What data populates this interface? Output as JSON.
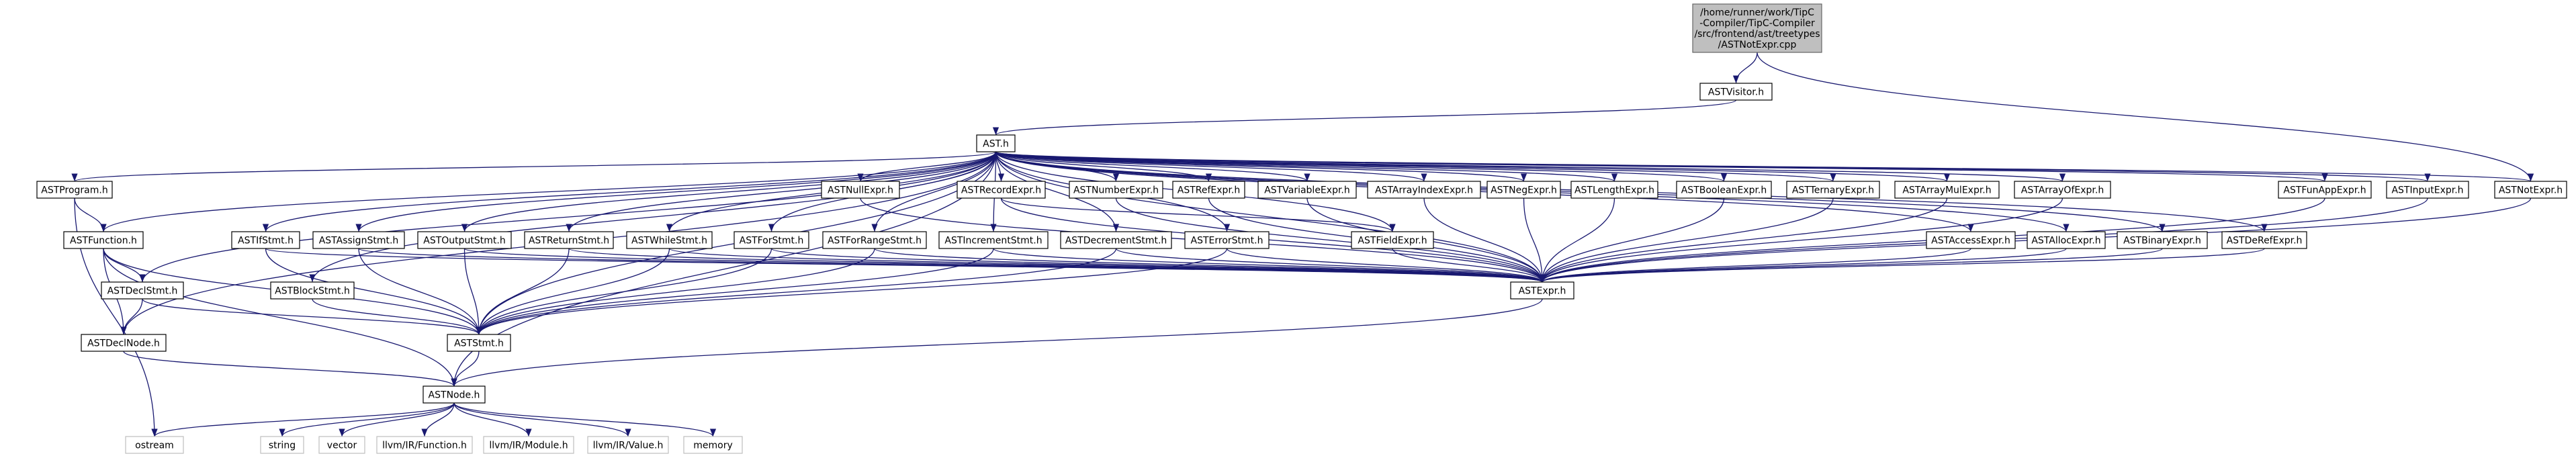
{
  "colors": {
    "node_fill": "#ffffff",
    "node_border": "#000000",
    "root_fill": "#bfbfbf",
    "root_border": "#666666",
    "external_border": "#bfbfbf",
    "external_text": "#555555",
    "edge": "#191970"
  },
  "diagram": {
    "type": "include-dependency-graph",
    "root": {
      "id": "root",
      "lines": [
        "/home/runner/work/TipC",
        "-Compiler/TipC-Compiler",
        "/src/frontend/ast/treetypes",
        "/ASTNotExpr.cpp"
      ]
    },
    "nodes": [
      {
        "id": "ASTVisitor",
        "label": "ASTVisitor.h"
      },
      {
        "id": "AST",
        "label": "AST.h"
      },
      {
        "id": "ASTProgram",
        "label": "ASTProgram.h"
      },
      {
        "id": "ASTFunction",
        "label": "ASTFunction.h"
      },
      {
        "id": "ASTDeclStmt",
        "label": "ASTDeclStmt.h"
      },
      {
        "id": "ASTDeclNode",
        "label": "ASTDeclNode.h"
      },
      {
        "id": "ASTBlockStmt",
        "label": "ASTBlockStmt.h"
      },
      {
        "id": "ASTIfStmt",
        "label": "ASTIfStmt.h"
      },
      {
        "id": "ASTAssignStmt",
        "label": "ASTAssignStmt.h"
      },
      {
        "id": "ASTOutputStmt",
        "label": "ASTOutputStmt.h"
      },
      {
        "id": "ASTReturnStmt",
        "label": "ASTReturnStmt.h"
      },
      {
        "id": "ASTWhileStmt",
        "label": "ASTWhileStmt.h"
      },
      {
        "id": "ASTForStmt",
        "label": "ASTForStmt.h"
      },
      {
        "id": "ASTForRangeStmt",
        "label": "ASTForRangeStmt.h"
      },
      {
        "id": "ASTIncrementStmt",
        "label": "ASTIncrementStmt.h"
      },
      {
        "id": "ASTDecrementStmt",
        "label": "ASTDecrementStmt.h"
      },
      {
        "id": "ASTErrorStmt",
        "label": "ASTErrorStmt.h"
      },
      {
        "id": "ASTNullExpr",
        "label": "ASTNullExpr.h"
      },
      {
        "id": "ASTRecordExpr",
        "label": "ASTRecordExpr.h"
      },
      {
        "id": "ASTNumberExpr",
        "label": "ASTNumberExpr.h"
      },
      {
        "id": "ASTRefExpr",
        "label": "ASTRefExpr.h"
      },
      {
        "id": "ASTVariableExpr",
        "label": "ASTVariableExpr.h"
      },
      {
        "id": "ASTArrayIndexExpr",
        "label": "ASTArrayIndexExpr.h"
      },
      {
        "id": "ASTNegExpr",
        "label": "ASTNegExpr.h"
      },
      {
        "id": "ASTLengthExpr",
        "label": "ASTLengthExpr.h"
      },
      {
        "id": "ASTBooleanExpr",
        "label": "ASTBooleanExpr.h"
      },
      {
        "id": "ASTTernaryExpr",
        "label": "ASTTernaryExpr.h"
      },
      {
        "id": "ASTArrayMulExpr",
        "label": "ASTArrayMulExpr.h"
      },
      {
        "id": "ASTArrayOfExpr",
        "label": "ASTArrayOfExpr.h"
      },
      {
        "id": "ASTFieldExpr",
        "label": "ASTFieldExpr.h"
      },
      {
        "id": "ASTAccessExpr",
        "label": "ASTAccessExpr.h"
      },
      {
        "id": "ASTAllocExpr",
        "label": "ASTAllocExpr.h"
      },
      {
        "id": "ASTBinaryExpr",
        "label": "ASTBinaryExpr.h"
      },
      {
        "id": "ASTDeRefExpr",
        "label": "ASTDeRefExpr.h"
      },
      {
        "id": "ASTFunAppExpr",
        "label": "ASTFunAppExpr.h"
      },
      {
        "id": "ASTInputExpr",
        "label": "ASTInputExpr.h"
      },
      {
        "id": "ASTNotExpr",
        "label": "ASTNotExpr.h"
      },
      {
        "id": "ASTExpr",
        "label": "ASTExpr.h"
      },
      {
        "id": "ASTStmt",
        "label": "ASTStmt.h"
      },
      {
        "id": "ASTNode",
        "label": "ASTNode.h"
      },
      {
        "id": "ostream",
        "label": "ostream",
        "external": true
      },
      {
        "id": "string",
        "label": "string",
        "external": true
      },
      {
        "id": "vector",
        "label": "vector",
        "external": true
      },
      {
        "id": "llvmFunction",
        "label": "llvm/IR/Function.h",
        "external": true
      },
      {
        "id": "llvmModule",
        "label": "llvm/IR/Module.h",
        "external": true
      },
      {
        "id": "llvmValue",
        "label": "llvm/IR/Value.h",
        "external": true
      },
      {
        "id": "memory",
        "label": "memory",
        "external": true
      }
    ],
    "edges": [
      [
        "root",
        "ASTVisitor"
      ],
      [
        "root",
        "ASTNotExpr"
      ],
      [
        "ASTVisitor",
        "AST"
      ],
      [
        "AST",
        "ASTProgram"
      ],
      [
        "AST",
        "ASTFunction"
      ],
      [
        "AST",
        "ASTDeclStmt"
      ],
      [
        "AST",
        "ASTDeclNode"
      ],
      [
        "AST",
        "ASTBlockStmt"
      ],
      [
        "AST",
        "ASTStmt"
      ],
      [
        "AST",
        "ASTIfStmt"
      ],
      [
        "AST",
        "ASTAssignStmt"
      ],
      [
        "AST",
        "ASTOutputStmt"
      ],
      [
        "AST",
        "ASTReturnStmt"
      ],
      [
        "AST",
        "ASTWhileStmt"
      ],
      [
        "AST",
        "ASTForStmt"
      ],
      [
        "AST",
        "ASTForRangeStmt"
      ],
      [
        "AST",
        "ASTIncrementStmt"
      ],
      [
        "AST",
        "ASTDecrementStmt"
      ],
      [
        "AST",
        "ASTErrorStmt"
      ],
      [
        "AST",
        "ASTNode"
      ],
      [
        "AST",
        "ASTNullExpr"
      ],
      [
        "AST",
        "ASTRecordExpr"
      ],
      [
        "AST",
        "ASTNumberExpr"
      ],
      [
        "AST",
        "ASTRefExpr"
      ],
      [
        "AST",
        "ASTVariableExpr"
      ],
      [
        "AST",
        "ASTArrayIndexExpr"
      ],
      [
        "AST",
        "ASTNegExpr"
      ],
      [
        "AST",
        "ASTLengthExpr"
      ],
      [
        "AST",
        "ASTBooleanExpr"
      ],
      [
        "AST",
        "ASTTernaryExpr"
      ],
      [
        "AST",
        "ASTArrayMulExpr"
      ],
      [
        "AST",
        "ASTArrayOfExpr"
      ],
      [
        "AST",
        "ASTFieldExpr"
      ],
      [
        "AST",
        "ASTAccessExpr"
      ],
      [
        "AST",
        "ASTAllocExpr"
      ],
      [
        "AST",
        "ASTBinaryExpr"
      ],
      [
        "AST",
        "ASTDeRefExpr"
      ],
      [
        "AST",
        "ASTFunAppExpr"
      ],
      [
        "AST",
        "ASTInputExpr"
      ],
      [
        "AST",
        "ASTNotExpr"
      ],
      [
        "AST",
        "ASTExpr"
      ],
      [
        "ASTProgram",
        "ASTFunction"
      ],
      [
        "ASTProgram",
        "ostream"
      ],
      [
        "ASTFunction",
        "ASTDeclStmt"
      ],
      [
        "ASTFunction",
        "ASTDeclNode"
      ],
      [
        "ASTFunction",
        "ASTStmt"
      ],
      [
        "ASTFunction",
        "ASTNode"
      ],
      [
        "ASTDeclStmt",
        "ASTDeclNode"
      ],
      [
        "ASTDeclStmt",
        "ASTStmt"
      ],
      [
        "ASTDeclNode",
        "ASTNode"
      ],
      [
        "ASTBlockStmt",
        "ASTStmt"
      ],
      [
        "ASTIfStmt",
        "ASTStmt"
      ],
      [
        "ASTIfStmt",
        "ASTExpr"
      ],
      [
        "ASTAssignStmt",
        "ASTStmt"
      ],
      [
        "ASTAssignStmt",
        "ASTExpr"
      ],
      [
        "ASTOutputStmt",
        "ASTStmt"
      ],
      [
        "ASTOutputStmt",
        "ASTExpr"
      ],
      [
        "ASTReturnStmt",
        "ASTStmt"
      ],
      [
        "ASTReturnStmt",
        "ASTExpr"
      ],
      [
        "ASTWhileStmt",
        "ASTStmt"
      ],
      [
        "ASTWhileStmt",
        "ASTExpr"
      ],
      [
        "ASTForStmt",
        "ASTStmt"
      ],
      [
        "ASTForStmt",
        "ASTExpr"
      ],
      [
        "ASTForRangeStmt",
        "ASTStmt"
      ],
      [
        "ASTForRangeStmt",
        "ASTExpr"
      ],
      [
        "ASTIncrementStmt",
        "ASTStmt"
      ],
      [
        "ASTIncrementStmt",
        "ASTExpr"
      ],
      [
        "ASTDecrementStmt",
        "ASTStmt"
      ],
      [
        "ASTDecrementStmt",
        "ASTExpr"
      ],
      [
        "ASTErrorStmt",
        "ASTStmt"
      ],
      [
        "ASTErrorStmt",
        "ASTExpr"
      ],
      [
        "ASTNullExpr",
        "ASTExpr"
      ],
      [
        "ASTRecordExpr",
        "ASTFieldExpr"
      ],
      [
        "ASTRecordExpr",
        "ASTExpr"
      ],
      [
        "ASTNumberExpr",
        "ASTExpr"
      ],
      [
        "ASTRefExpr",
        "ASTExpr"
      ],
      [
        "ASTVariableExpr",
        "ASTExpr"
      ],
      [
        "ASTArrayIndexExpr",
        "ASTExpr"
      ],
      [
        "ASTNegExpr",
        "ASTExpr"
      ],
      [
        "ASTLengthExpr",
        "ASTExpr"
      ],
      [
        "ASTBooleanExpr",
        "ASTExpr"
      ],
      [
        "ASTTernaryExpr",
        "ASTExpr"
      ],
      [
        "ASTArrayMulExpr",
        "ASTExpr"
      ],
      [
        "ASTArrayOfExpr",
        "ASTExpr"
      ],
      [
        "ASTFieldExpr",
        "ASTExpr"
      ],
      [
        "ASTAccessExpr",
        "ASTExpr"
      ],
      [
        "ASTAllocExpr",
        "ASTExpr"
      ],
      [
        "ASTBinaryExpr",
        "ASTExpr"
      ],
      [
        "ASTDeRefExpr",
        "ASTExpr"
      ],
      [
        "ASTFunAppExpr",
        "ASTExpr"
      ],
      [
        "ASTInputExpr",
        "ASTExpr"
      ],
      [
        "ASTNotExpr",
        "ASTExpr"
      ],
      [
        "ASTExpr",
        "ASTNode"
      ],
      [
        "ASTStmt",
        "ASTNode"
      ],
      [
        "ASTNode",
        "ostream"
      ],
      [
        "ASTNode",
        "string"
      ],
      [
        "ASTNode",
        "vector"
      ],
      [
        "ASTNode",
        "llvmFunction"
      ],
      [
        "ASTNode",
        "llvmModule"
      ],
      [
        "ASTNode",
        "llvmValue"
      ],
      [
        "ASTNode",
        "memory"
      ]
    ]
  }
}
